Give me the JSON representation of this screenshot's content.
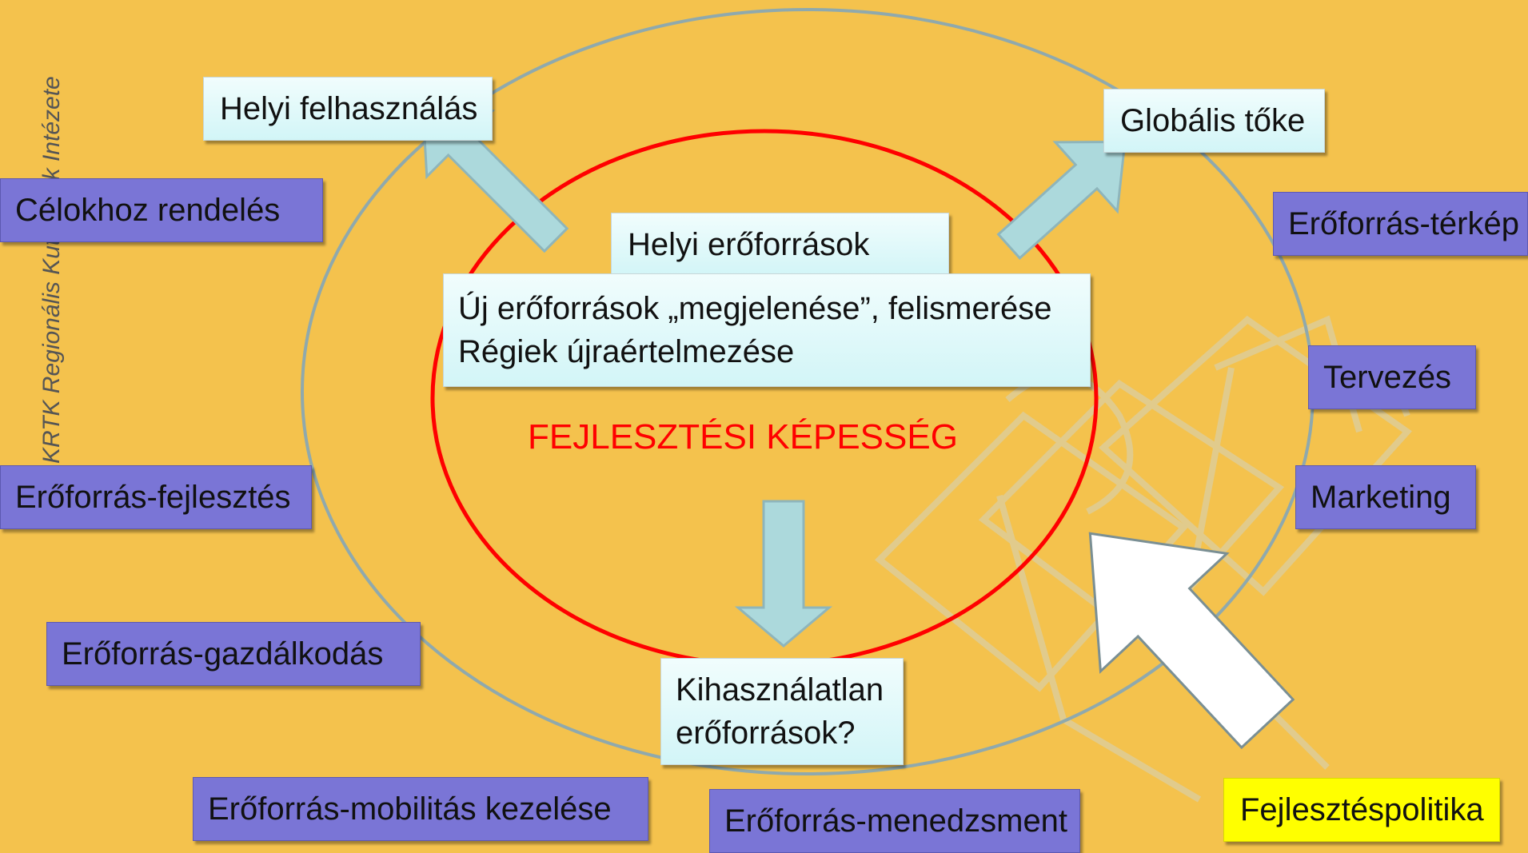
{
  "side_label": "KRTK Regionális Kutatások Intézete",
  "center_label": "FEJLESZTÉSI KÉPESSÉG",
  "inner_boxes": {
    "local_use": "Helyi felhasználás",
    "global_capital": "Globális tőke",
    "local_resources": "Helyi erőforrások",
    "new_resources_line1": "Új erőforrások „megjelenése”, felismerése",
    "new_resources_line2": "Régiek újraértelmezése",
    "unused_line1": "Kihasználatlan",
    "unused_line2": "erőforrások?"
  },
  "outer_boxes": {
    "goal_assignment": "Célokhoz rendelés",
    "resource_map": "Erőforrás-térkép",
    "planning": "Tervezés",
    "marketing": "Marketing",
    "resource_development": "Erőforrás-fejlesztés",
    "resource_economy": "Erőforrás-gazdálkodás",
    "mobility_management": "Erőforrás-mobilitás kezelése",
    "resource_management": "Erőforrás-menedzsment",
    "development_policy": "Fejlesztéspolitika"
  },
  "colors": {
    "background": "#f4c24d",
    "outer_ellipse": "#8fa9ad",
    "inner_ellipse": "#ff0000",
    "arrow_fill": "#acd9dc",
    "purple_box": "#7a75d6",
    "cyan_box": "#e6fbfc",
    "yellow_box": "#ffff00"
  }
}
